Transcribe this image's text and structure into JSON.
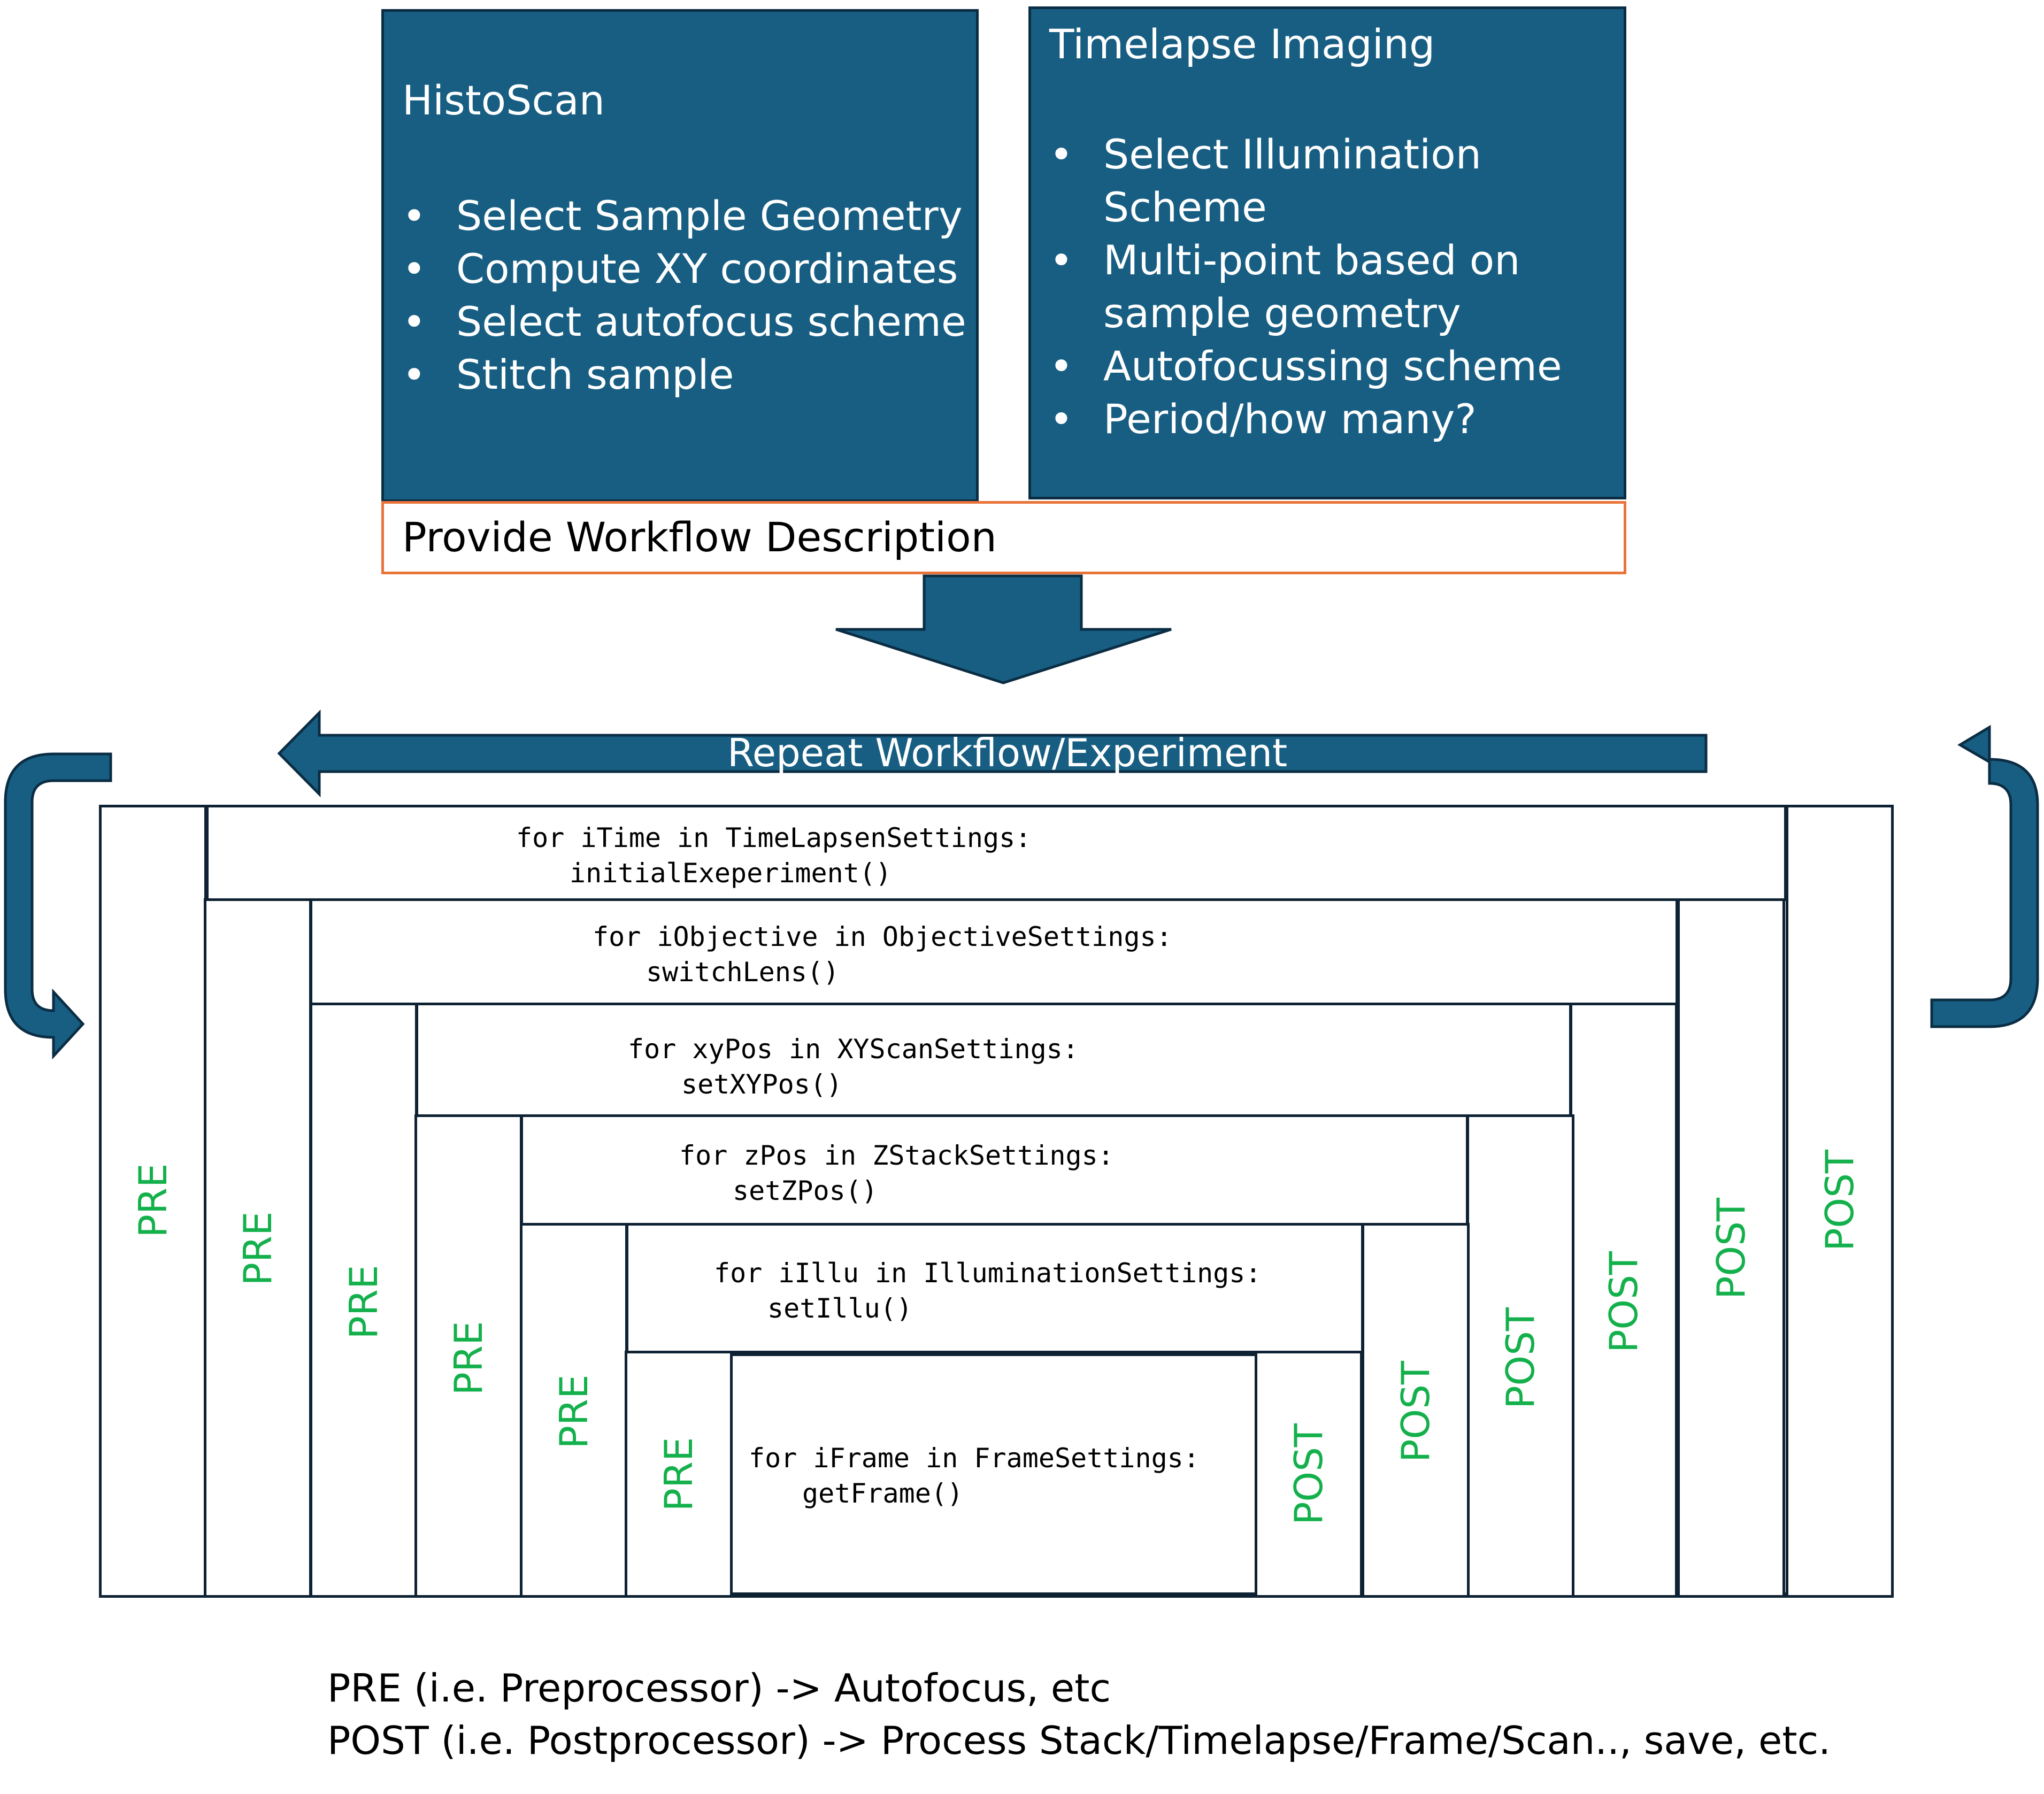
{
  "histoscan": {
    "title": "HistoScan",
    "items": [
      "Select Sample Geometry",
      "Compute XY coordinates",
      "Select autofocus scheme",
      "Stitch sample"
    ]
  },
  "timelapse": {
    "title": "Timelapse Imaging",
    "items": [
      {
        "line1": "Select Illumination",
        "line2": "Scheme"
      },
      {
        "line1": "Multi-point based on",
        "line2": "sample geometry"
      },
      {
        "line1": "Autofocussing scheme",
        "line2": ""
      },
      {
        "line1": "Period/how many?",
        "line2": ""
      }
    ]
  },
  "bullet_char": "•",
  "workflow_description": "Provide Workflow Description",
  "repeat_label": "Repeat Workflow/Experiment",
  "loops": [
    {
      "line1": "for iTime in TimeLapsenSettings:",
      "line2": "initialExeperiment()"
    },
    {
      "line1": "for iObjective in ObjectiveSettings:",
      "line2": "switchLens()"
    },
    {
      "line1": "for xyPos in XYScanSettings:",
      "line2": "setXYPos()"
    },
    {
      "line1": "for zPos in ZStackSettings:",
      "line2": "setZPos()"
    },
    {
      "line1": "for iIllu in IlluminationSettings:",
      "line2": "setIllu()"
    },
    {
      "line1": "for iFrame in FrameSettings:",
      "line2": "getFrame()"
    }
  ],
  "pre_label": "PRE",
  "post_label": "POST",
  "legend": {
    "pre": "PRE (i.e. Preprocessor) -> Autofocus, etc",
    "post": "POST (i.e. Postprocessor) -> Process Stack/Timelapse/Frame/Scan.., save, etc."
  },
  "colors": {
    "box_fill": "#175e82",
    "box_border": "#0b2d44",
    "arrow": "#175e82",
    "accent_border": "#e8743a",
    "frame": "#0e2233",
    "pre_post_text": "#13b04b"
  }
}
